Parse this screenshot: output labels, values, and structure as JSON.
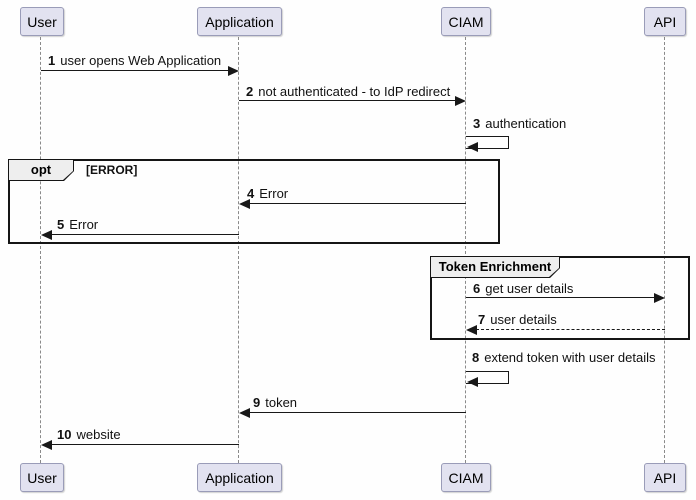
{
  "diagram": {
    "type": "uml-sequence-diagram",
    "colors": {
      "participant_fill": "#E2E2F0",
      "participant_border": "#9a9cb8",
      "frame_border": "#151515",
      "frame_tab_fill": "#eeeeee",
      "line_color": "#181818",
      "lifeline_color": "#8a8a8a",
      "background": "#fefefe"
    }
  },
  "participants": [
    {
      "label": "User"
    },
    {
      "label": "Application"
    },
    {
      "label": "CIAM"
    },
    {
      "label": "API"
    }
  ],
  "frames": {
    "opt": {
      "label": "opt",
      "guard": "[ERROR]"
    },
    "group": {
      "label": "Token Enrichment"
    }
  },
  "messages": [
    {
      "num": "1",
      "text": "user opens Web Application",
      "from": "User",
      "to": "Application",
      "style": "solid"
    },
    {
      "num": "2",
      "text": "not authenticated - to IdP redirect",
      "from": "Application",
      "to": "CIAM",
      "style": "solid"
    },
    {
      "num": "3",
      "text": "authentication",
      "from": "CIAM",
      "to": "CIAM",
      "style": "self"
    },
    {
      "num": "4",
      "text": "Error",
      "from": "CIAM",
      "to": "Application",
      "style": "solid"
    },
    {
      "num": "5",
      "text": "Error",
      "from": "Application",
      "to": "User",
      "style": "solid"
    },
    {
      "num": "6",
      "text": "get user details",
      "from": "CIAM",
      "to": "API",
      "style": "solid"
    },
    {
      "num": "7",
      "text": "user details",
      "from": "API",
      "to": "CIAM",
      "style": "dashed"
    },
    {
      "num": "8",
      "text": "extend token with user details",
      "from": "CIAM",
      "to": "CIAM",
      "style": "self"
    },
    {
      "num": "9",
      "text": "token",
      "from": "CIAM",
      "to": "Application",
      "style": "solid"
    },
    {
      "num": "10",
      "text": "website",
      "from": "Application",
      "to": "User",
      "style": "solid"
    }
  ]
}
